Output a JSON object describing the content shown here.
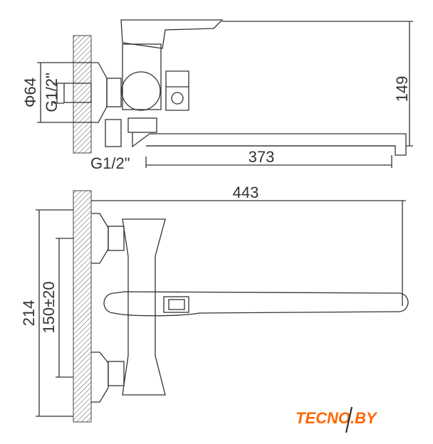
{
  "top_view": {
    "dim_height": "149",
    "dim_spout": "373",
    "dim_flange_diameter": "Φ64",
    "dim_thread_top": "G1/2\"",
    "dim_thread_bottom": "G1/2\""
  },
  "front_view": {
    "dim_width": "443",
    "dim_height": "214",
    "dim_centers": "150±20"
  },
  "logo": {
    "text": "TECNO.BY",
    "color": "#ff6600"
  }
}
